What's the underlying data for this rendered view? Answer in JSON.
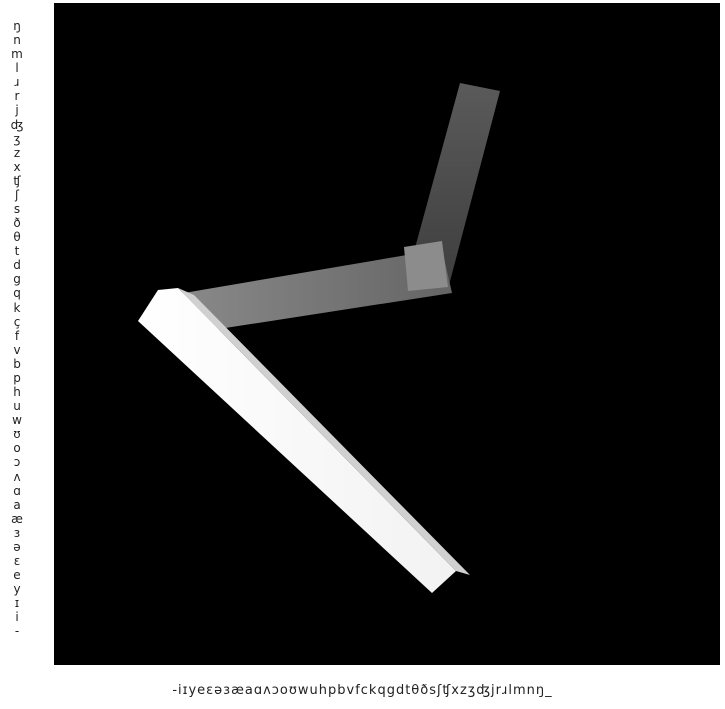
{
  "figure": {
    "y_axis_symbols": [
      "ŋ",
      "n",
      "m",
      "l",
      "ɹ",
      "r",
      "j",
      "ʤ",
      "ʒ",
      "z",
      "x",
      "ʧ",
      "ʃ",
      "s",
      "ð",
      "θ",
      "t",
      "d",
      "g",
      "q",
      "k",
      "ç",
      "f",
      "v",
      "b",
      "p",
      "h",
      "u",
      "w",
      "ʊ",
      "o",
      "ɔ",
      "ʌ",
      "ɑ",
      "a",
      "æ",
      "ɜ",
      "ə",
      "ɛ",
      "e",
      "y",
      "ɪ",
      "i",
      "-"
    ],
    "x_axis_text": "-iɪyeɛəɜæaɑʌɔoʊwuhpbvfckqgdtθðsʃʧxzʒʤjrɹlmnŋ_"
  }
}
